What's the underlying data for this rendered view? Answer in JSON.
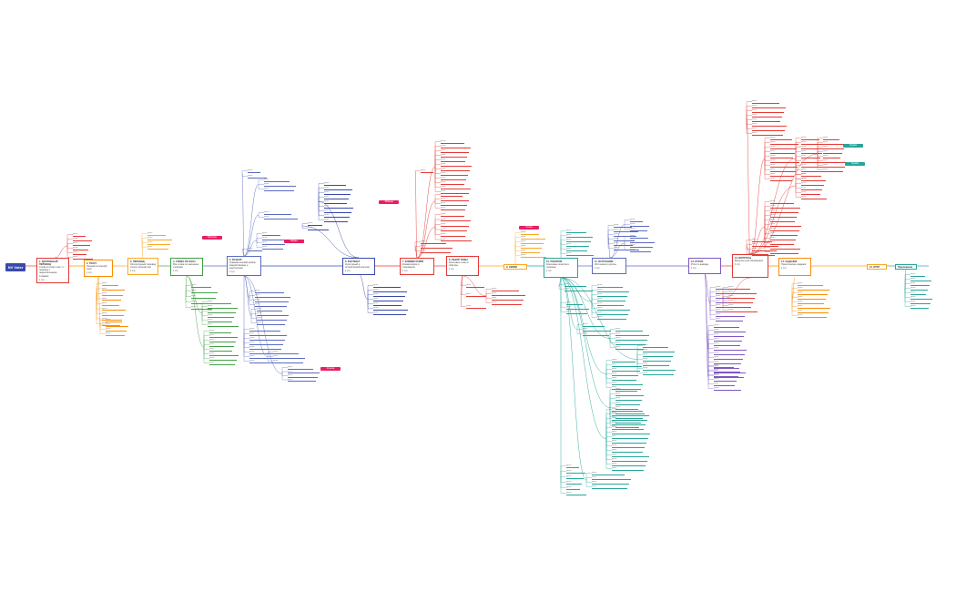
{
  "root": {
    "label": "NV Voter"
  },
  "chapters": [
    {
      "id": 1,
      "title": "1. ДОСЛОВНЫЙ ПЕРЕВОД",
      "desc": "Слово в слово текст и перевод с параллельными словами",
      "tag": "1 стр",
      "color": "#e53935"
    },
    {
      "id": 2,
      "title": "2. ТЕКСТ",
      "desc": "Полный сплошной текст",
      "tag": "1 стр",
      "color": "#fb8c00"
    },
    {
      "id": 3,
      "title": "3. ПЕРЕВОД",
      "desc": "Литературный перевод стиха с контекстом",
      "tag": "1 стр",
      "color": "#f9a825"
    },
    {
      "id": 4,
      "title": "4. СЛОВА ПО ЗНАЧ.",
      "desc": "Все слова по значению и корням",
      "tag": "1 стр",
      "color": "#43a047"
    },
    {
      "id": 5,
      "title": "5. РАЗБОР",
      "desc": "Грамматический разбор каждой формы и конструкции",
      "tag": "1 стр",
      "color": "#5c6bc0"
    },
    {
      "id": 6,
      "title": "6. КОНТЕКСТ",
      "desc": "Культурный и исторический контекст",
      "tag": "1 стр",
      "color": "#3949ab"
    },
    {
      "id": 7,
      "title": "7. КОММЕНТАРИИ",
      "desc": "Комментарии и толкования",
      "tag": "1 стр",
      "color": "#e53935"
    },
    {
      "id": 8,
      "title": "8. ОБЗОР ТЕМЫ",
      "desc": "Ключевые темы и повторы",
      "tag": "1 стр",
      "color": "#e53935"
    },
    {
      "id": 9,
      "title": "9. СВЯЗИ",
      "desc": "",
      "tag": "",
      "color": "#f9a825"
    },
    {
      "id": 10,
      "title": "10. ПОНЯТИЯ",
      "desc": "Ключевые понятия и термины",
      "tag": "1 стр",
      "color": "#26a69a"
    },
    {
      "id": 11,
      "title": "11. ИСТОЧНИКИ",
      "desc": "Источники и цитаты",
      "tag": "1 стр",
      "color": "#5c6bc0"
    },
    {
      "id": 12,
      "title": "12. ИТОГИ",
      "desc": "Итоги и выводы",
      "tag": "1 стр",
      "color": "#7e57c2"
    },
    {
      "id": 13,
      "title": "13. ВОПРОСЫ",
      "desc": "Вопросы для обсуждения",
      "tag": "1 стр",
      "color": "#e53935"
    },
    {
      "id": 14,
      "title": "14. ЗАДАНИЯ",
      "desc": "Практические задания",
      "tag": "1 стр",
      "color": "#fb8c00"
    },
    {
      "id": 15,
      "title": "15. ИТОГ",
      "desc": "",
      "tag": "",
      "color": "#f9a825"
    },
    {
      "id": 16,
      "title": "Приложения",
      "desc": "",
      "tag": "",
      "color": "#26a69a"
    }
  ],
  "badges": [
    {
      "label": "Примеры",
      "color": "#e91e63"
    },
    {
      "label": "Формы",
      "color": "#e91e63"
    },
    {
      "label": "Ссылки",
      "color": "#e91e63"
    },
    {
      "label": "Таблица",
      "color": "#e91e63"
    },
    {
      "label": "Схема",
      "color": "#e91e63"
    },
    {
      "label": "Термин",
      "color": "#26a69a"
    },
    {
      "label": "Термин",
      "color": "#26a69a"
    },
    {
      "label": "Новое",
      "color": "#f48fb1"
    }
  ],
  "leaf_text": "пункт"
}
